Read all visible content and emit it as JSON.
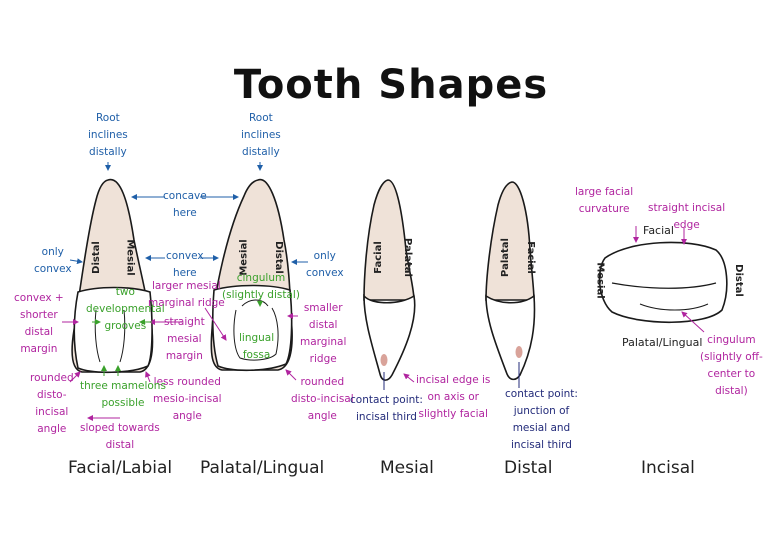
{
  "title": "Tooth Shapes",
  "views": {
    "facial": "Facial/Labial",
    "palatal": "Palatal/Lingual",
    "mesial": "Mesial",
    "distal": "Distal",
    "incisal": "Incisal"
  },
  "tooth_labels": {
    "distal": "Distal",
    "mesial": "Mesial",
    "facial": "Facial",
    "palatal": "Palatal",
    "palatal_lingual": "Palatal/Lingual"
  },
  "annotations": {
    "root_inclines_1": "Root\ninclines\ndistally",
    "root_inclines_2": "Root\ninclines\ndistally",
    "concave_here": "concave\nhere",
    "convex_here": "convex\nhere",
    "only_convex_left": "only\nconvex",
    "only_convex_right": "only\nconvex",
    "convex_shorter_distal": "convex +\nshorter\ndistal\nmargin",
    "two_developmental_grooves": "two\ndevelopmental\ngrooves",
    "larger_mesial_marginal_ridge": "larger mesial\nmarginal ridge",
    "straight_mesial_margin": "straight\nmesial\nmargin",
    "cingulum_slightly_distal": "cingulum\n(slightly distal)",
    "lingual_fossa": "lingual\nfossa",
    "smaller_distal_marginal_ridge": "smaller\ndistal\nmarginal\nridge",
    "rounded_disto_incisal_angle_left": "rounded\ndisto-\nincisal\nangle",
    "three_mamelons_possible": "three mamelons\npossible",
    "less_rounded_mesio_incisal": "less rounded\nmesio-incisal\nangle",
    "sloped_towards_distal": "sloped towards\ndistal",
    "rounded_disto_incisal_angle_right": "rounded\ndisto-incisal\nangle",
    "contact_point_incisal_third": "contact point:\nincisal third",
    "incisal_edge_on_axis": "incisal edge is\non axis or\nslightly facial",
    "contact_point_junction": "contact point:\njunction of\nmesial and\nincisal third",
    "large_facial_curvature": "large facial\ncurvature",
    "straight_incisal_edge": "straight incisal\nedge",
    "cingulum_off_center": "cingulum\n(slightly off-\ncenter to\ndistal)"
  },
  "colors": {
    "root": "#efe2d8",
    "crown": "#ffffff",
    "outline": "#1a1a1a",
    "blue": "#1f5fa8",
    "magenta": "#b0249f",
    "green": "#3aa12b",
    "navy": "#232b7a",
    "contact": "#d9a39a"
  }
}
